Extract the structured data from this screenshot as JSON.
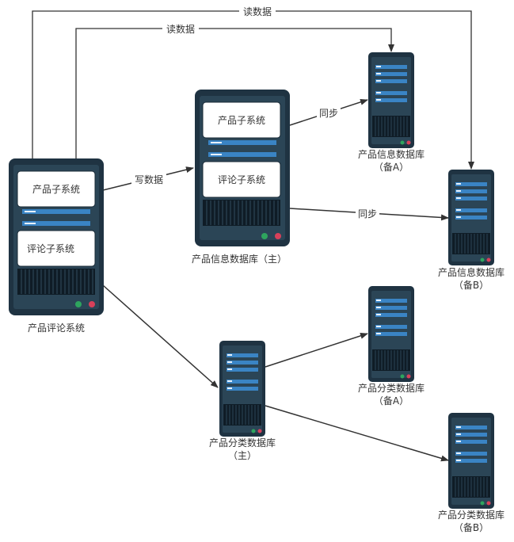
{
  "colors": {
    "server_body": "#1f3342",
    "server_front": "#2b4556",
    "slot_bar": "#3a84c4",
    "vent": "#0f1c26",
    "led_green": "#2ea55e",
    "led_red": "#d8405a",
    "arrow": "#333333",
    "box_fill": "#ffffff"
  },
  "edges": {
    "read_outer": "读数据",
    "read_inner": "读数据",
    "write": "写数据",
    "sync_a": "同步",
    "sync_b": "同步"
  },
  "nodes": {
    "review_system": {
      "label": "产品评论系统",
      "module_product": "产品子系统",
      "module_review": "评论子系统"
    },
    "info_main": {
      "label": "产品信息数据库（主）",
      "module_product": "产品子系统",
      "module_review": "评论子系统"
    },
    "info_backup_a": {
      "label_line1": "产品信息数据库",
      "label_line2": "（备A）"
    },
    "info_backup_b": {
      "label_line1": "产品信息数据库",
      "label_line2": "（备B）"
    },
    "category_main": {
      "label_line1": "产品分类数据库",
      "label_line2": "（主）"
    },
    "category_backup_a": {
      "label_line1": "产品分类数据库",
      "label_line2": "（备A）"
    },
    "category_backup_b": {
      "label_line1": "产品分类数据库",
      "label_line2": "（备B）"
    }
  }
}
